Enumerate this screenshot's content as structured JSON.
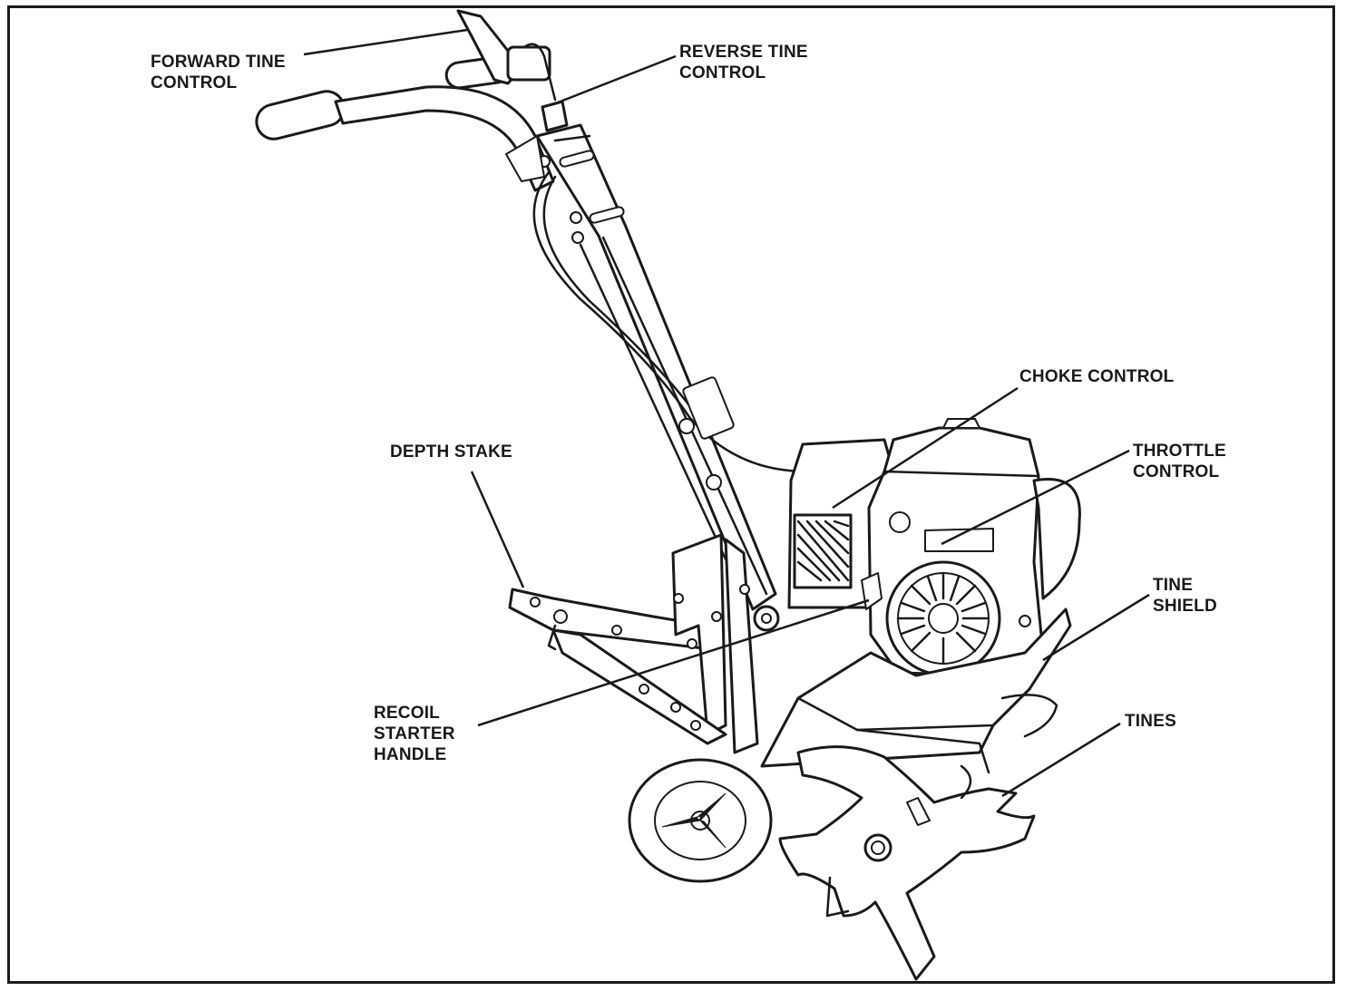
{
  "labels": {
    "forward_tine_control": "FORWARD TINE\nCONTROL",
    "reverse_tine_control": "REVERSE TINE\nCONTROL",
    "choke_control": "CHOKE CONTROL",
    "throttle_control": "THROTTLE\nCONTROL",
    "depth_stake": "DEPTH STAKE",
    "tine_shield": "TINE\nSHIELD",
    "tines": "TINES",
    "recoil_starter_handle": "RECOIL\nSTARTER\nHANDLE"
  },
  "colors": {
    "ink": "#1a1a1a",
    "paper": "#ffffff"
  }
}
